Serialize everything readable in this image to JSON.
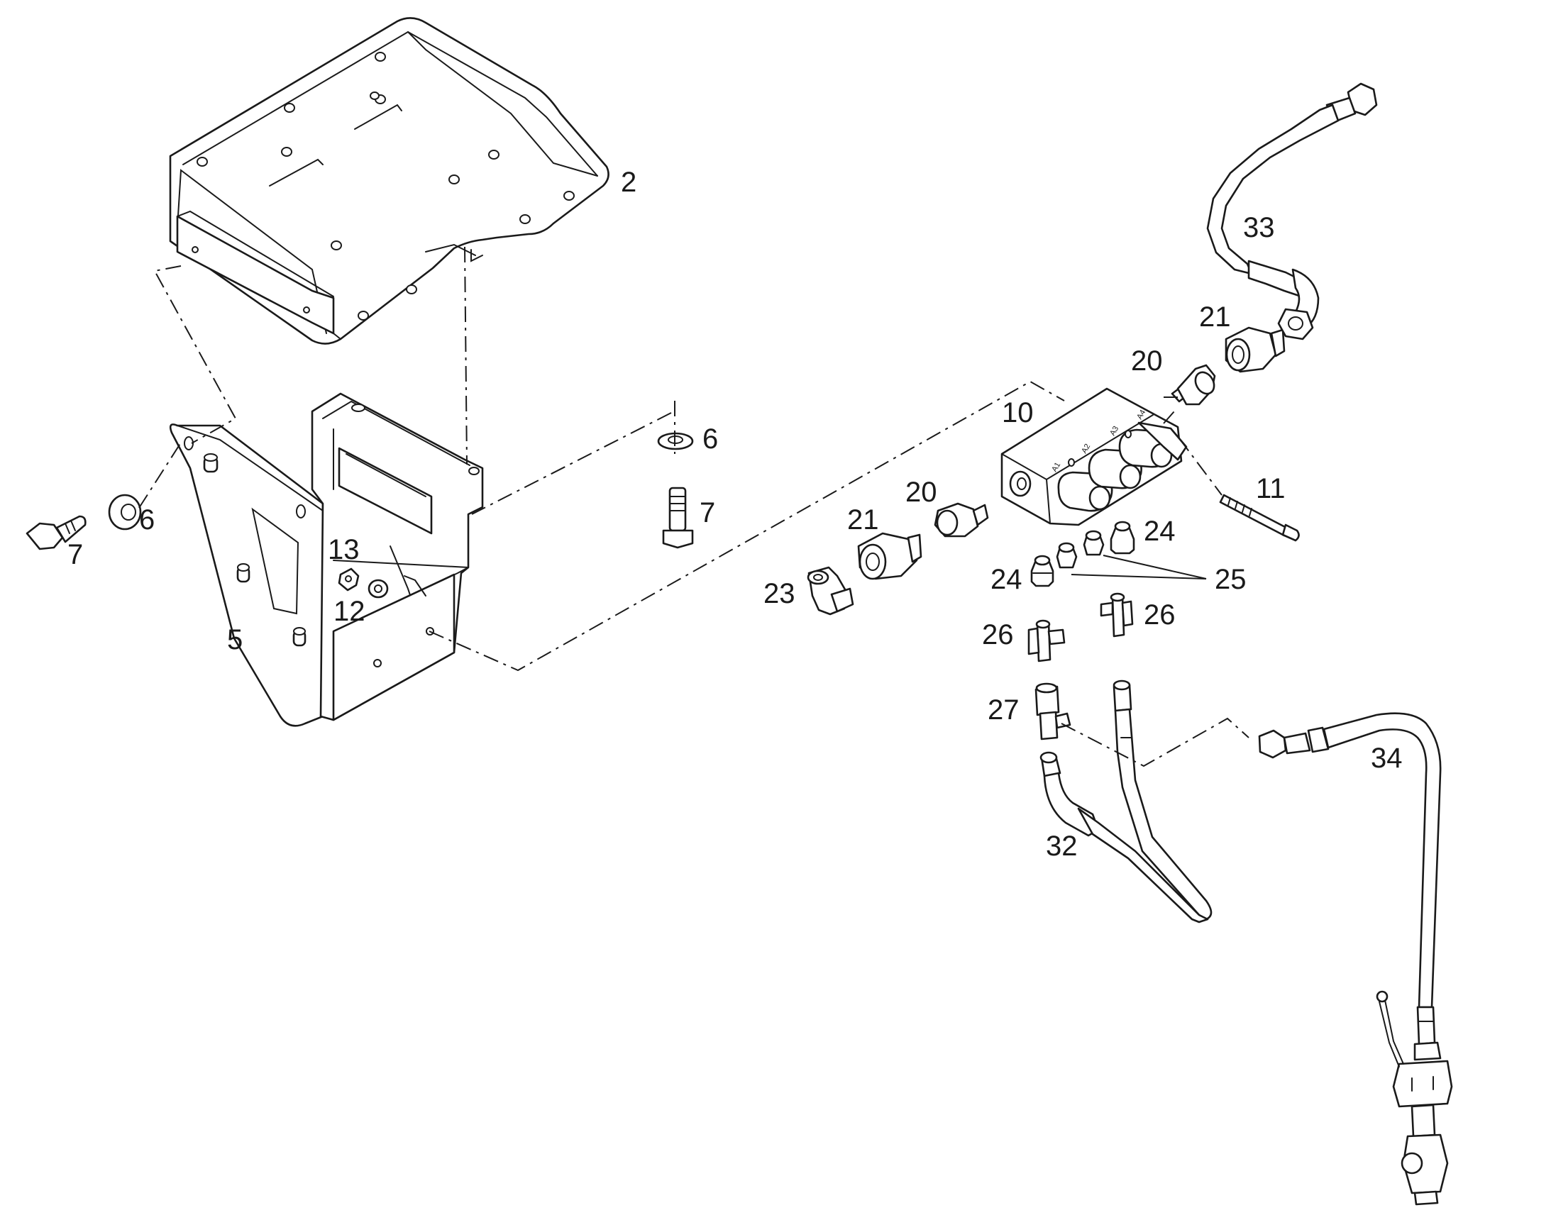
{
  "callouts": {
    "c2": "2",
    "c5": "5",
    "c6a": "6",
    "c6b": "6",
    "c7a": "7",
    "c7b": "7",
    "c10": "10",
    "c11": "11",
    "c12": "12",
    "c13": "13",
    "c20a": "20",
    "c20b": "20",
    "c21a": "21",
    "c21b": "21",
    "c23": "23",
    "c24a": "24",
    "c24b": "24",
    "c25": "25",
    "c26a": "26",
    "c26b": "26",
    "c27": "27",
    "c32": "32",
    "c33": "33",
    "c34": "34"
  },
  "valve_block_ports": {
    "a1": "A1",
    "a2": "A2",
    "a3": "A3",
    "a4": "A4"
  }
}
